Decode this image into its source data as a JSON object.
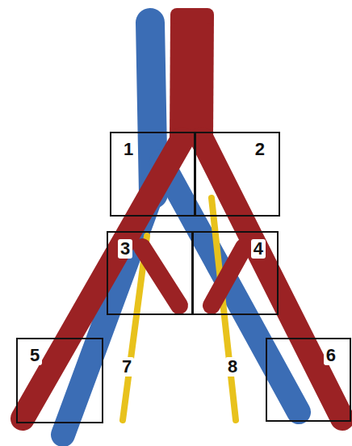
{
  "diagram": {
    "nodes": [
      {
        "text": [
          "1"
        ]
      },
      {
        "text": [
          "2"
        ]
      },
      {
        "text": [
          "3"
        ]
      },
      {
        "text": [
          "4"
        ]
      },
      {
        "text": [
          "5"
        ]
      },
      {
        "text": [
          "6"
        ]
      }
    ],
    "labels": [
      "7",
      "8"
    ]
  }
}
